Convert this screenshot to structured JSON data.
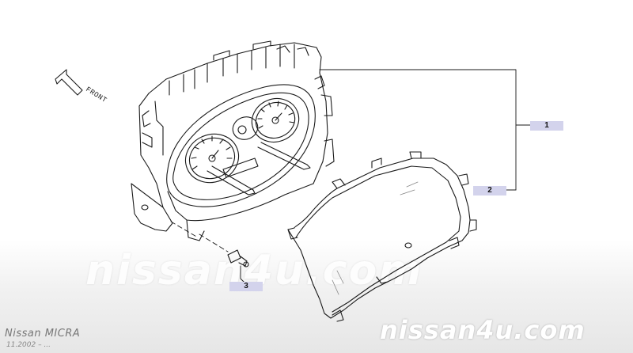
{
  "diagram": {
    "front_label": "FRONT",
    "callouts": [
      {
        "id": "1",
        "label": "1"
      },
      {
        "id": "2",
        "label": "2"
      },
      {
        "id": "3",
        "label": "3"
      }
    ]
  },
  "footer": {
    "model": "Nissan MICRA",
    "period": "11.2002 – ..."
  },
  "watermark": {
    "center": "nissan4u.com",
    "bottom": "nissan4u.com"
  }
}
